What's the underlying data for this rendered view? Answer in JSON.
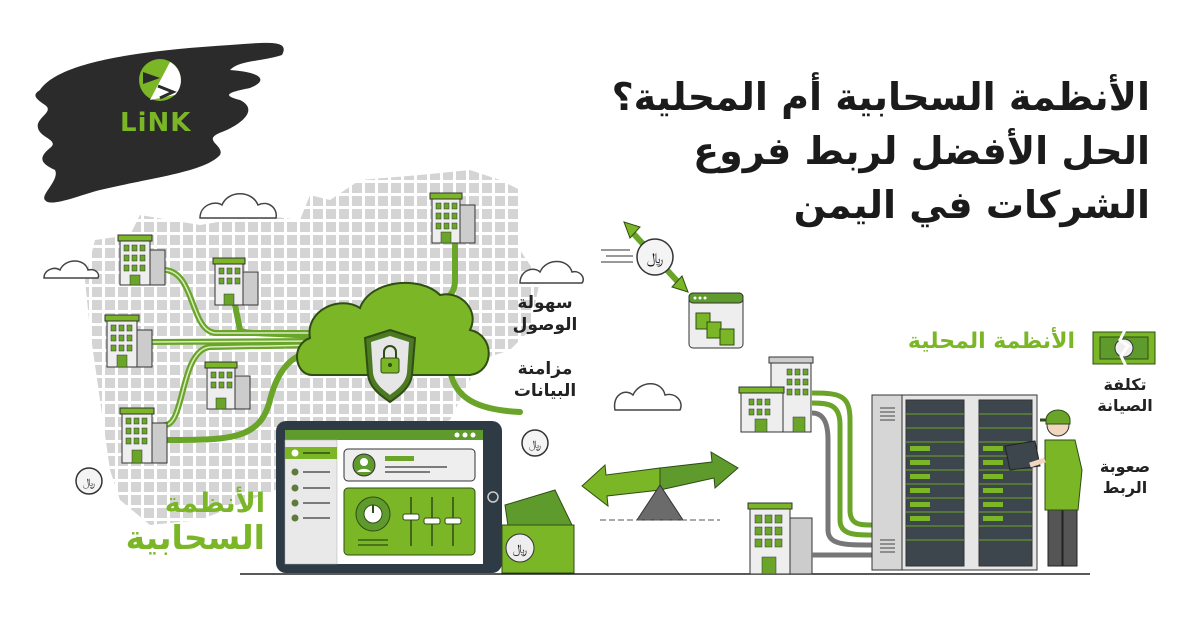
{
  "brand": {
    "logo_text": "LiNK",
    "accent_color": "#7ab626",
    "dark_color": "#2b2b2b"
  },
  "title": {
    "lines": [
      "الأنظمة السحابية أم المحلية؟",
      "الحل الأفضل لربط فروع",
      "الشركات في اليمن"
    ]
  },
  "cloud_side": {
    "label_lines": [
      "الأنظمة",
      "السحابية"
    ],
    "benefits": [
      {
        "lines": [
          "سهولة",
          "الوصول"
        ],
        "icon": "cloud-icon"
      },
      {
        "lines": [
          "مزامنة",
          "البيانات"
        ],
        "icon": "sync-line-icon"
      }
    ],
    "icons": [
      "cloud-shield-lock-icon",
      "office-building-icon",
      "tablet-dashboard-icon",
      "money-bills-icon",
      "rial-coin-icon"
    ]
  },
  "local_side": {
    "label": "الأنظمة المحلية",
    "drawbacks": [
      {
        "lines": [
          "تكلفة",
          "الصيانة"
        ],
        "icon": "broken-money-icon"
      },
      {
        "lines": [
          "صعوبة",
          "الربط"
        ],
        "icon": "none"
      }
    ],
    "icons": [
      "server-rack-icon",
      "technician-icon",
      "office-building-icon"
    ]
  },
  "center": {
    "coin_symbol": "﷼",
    "icons": [
      "rial-transfer-icon",
      "file-window-icon",
      "balance-seesaw-icon"
    ]
  }
}
